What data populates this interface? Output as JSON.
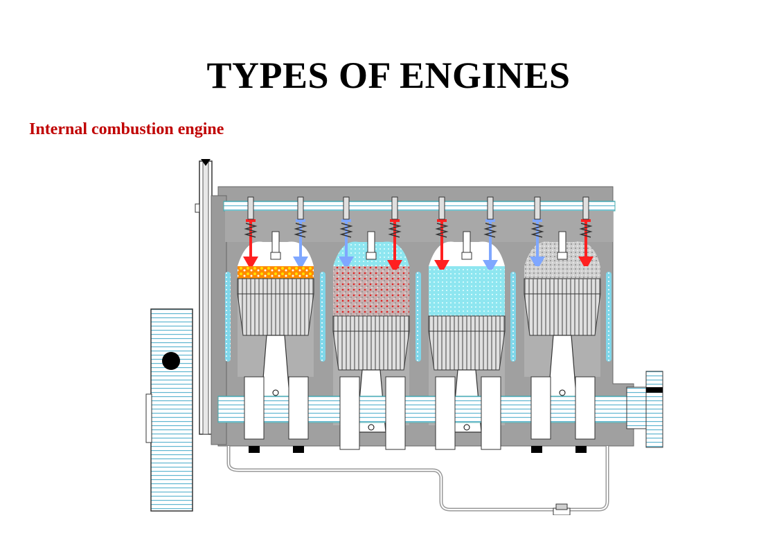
{
  "slide": {
    "title": "TYPES OF ENGINES",
    "subtitle": "Internal combustion engine"
  },
  "colors": {
    "subtitle": "#c00000",
    "block": "#a0a0a0",
    "block_dark": "#7a7a7a",
    "coolant": "#7fd7ea",
    "intake_valve": "#ff2020",
    "exhaust_valve": "#7fa7ff",
    "flame": "#ff9000",
    "piston_light": "#d8d8d8",
    "piston_dark": "#606060"
  },
  "diagram": {
    "kind": "inline-4 cylinder engine cross-section",
    "cylinders": [
      {
        "stroke_state": "combustion",
        "fill": "flame"
      },
      {
        "stroke_state": "compression",
        "fill": "mixed-red-gray"
      },
      {
        "stroke_state": "intake",
        "fill": "cyan"
      },
      {
        "stroke_state": "exhaust",
        "fill": "gray"
      }
    ],
    "icons": [
      "pulley-icon",
      "flywheel-icon",
      "spark-plug-icon",
      "valve-spring-icon",
      "piston-icon",
      "connecting-rod-icon",
      "crankshaft-icon",
      "oil-pan-icon",
      "drain-plug-icon"
    ]
  }
}
